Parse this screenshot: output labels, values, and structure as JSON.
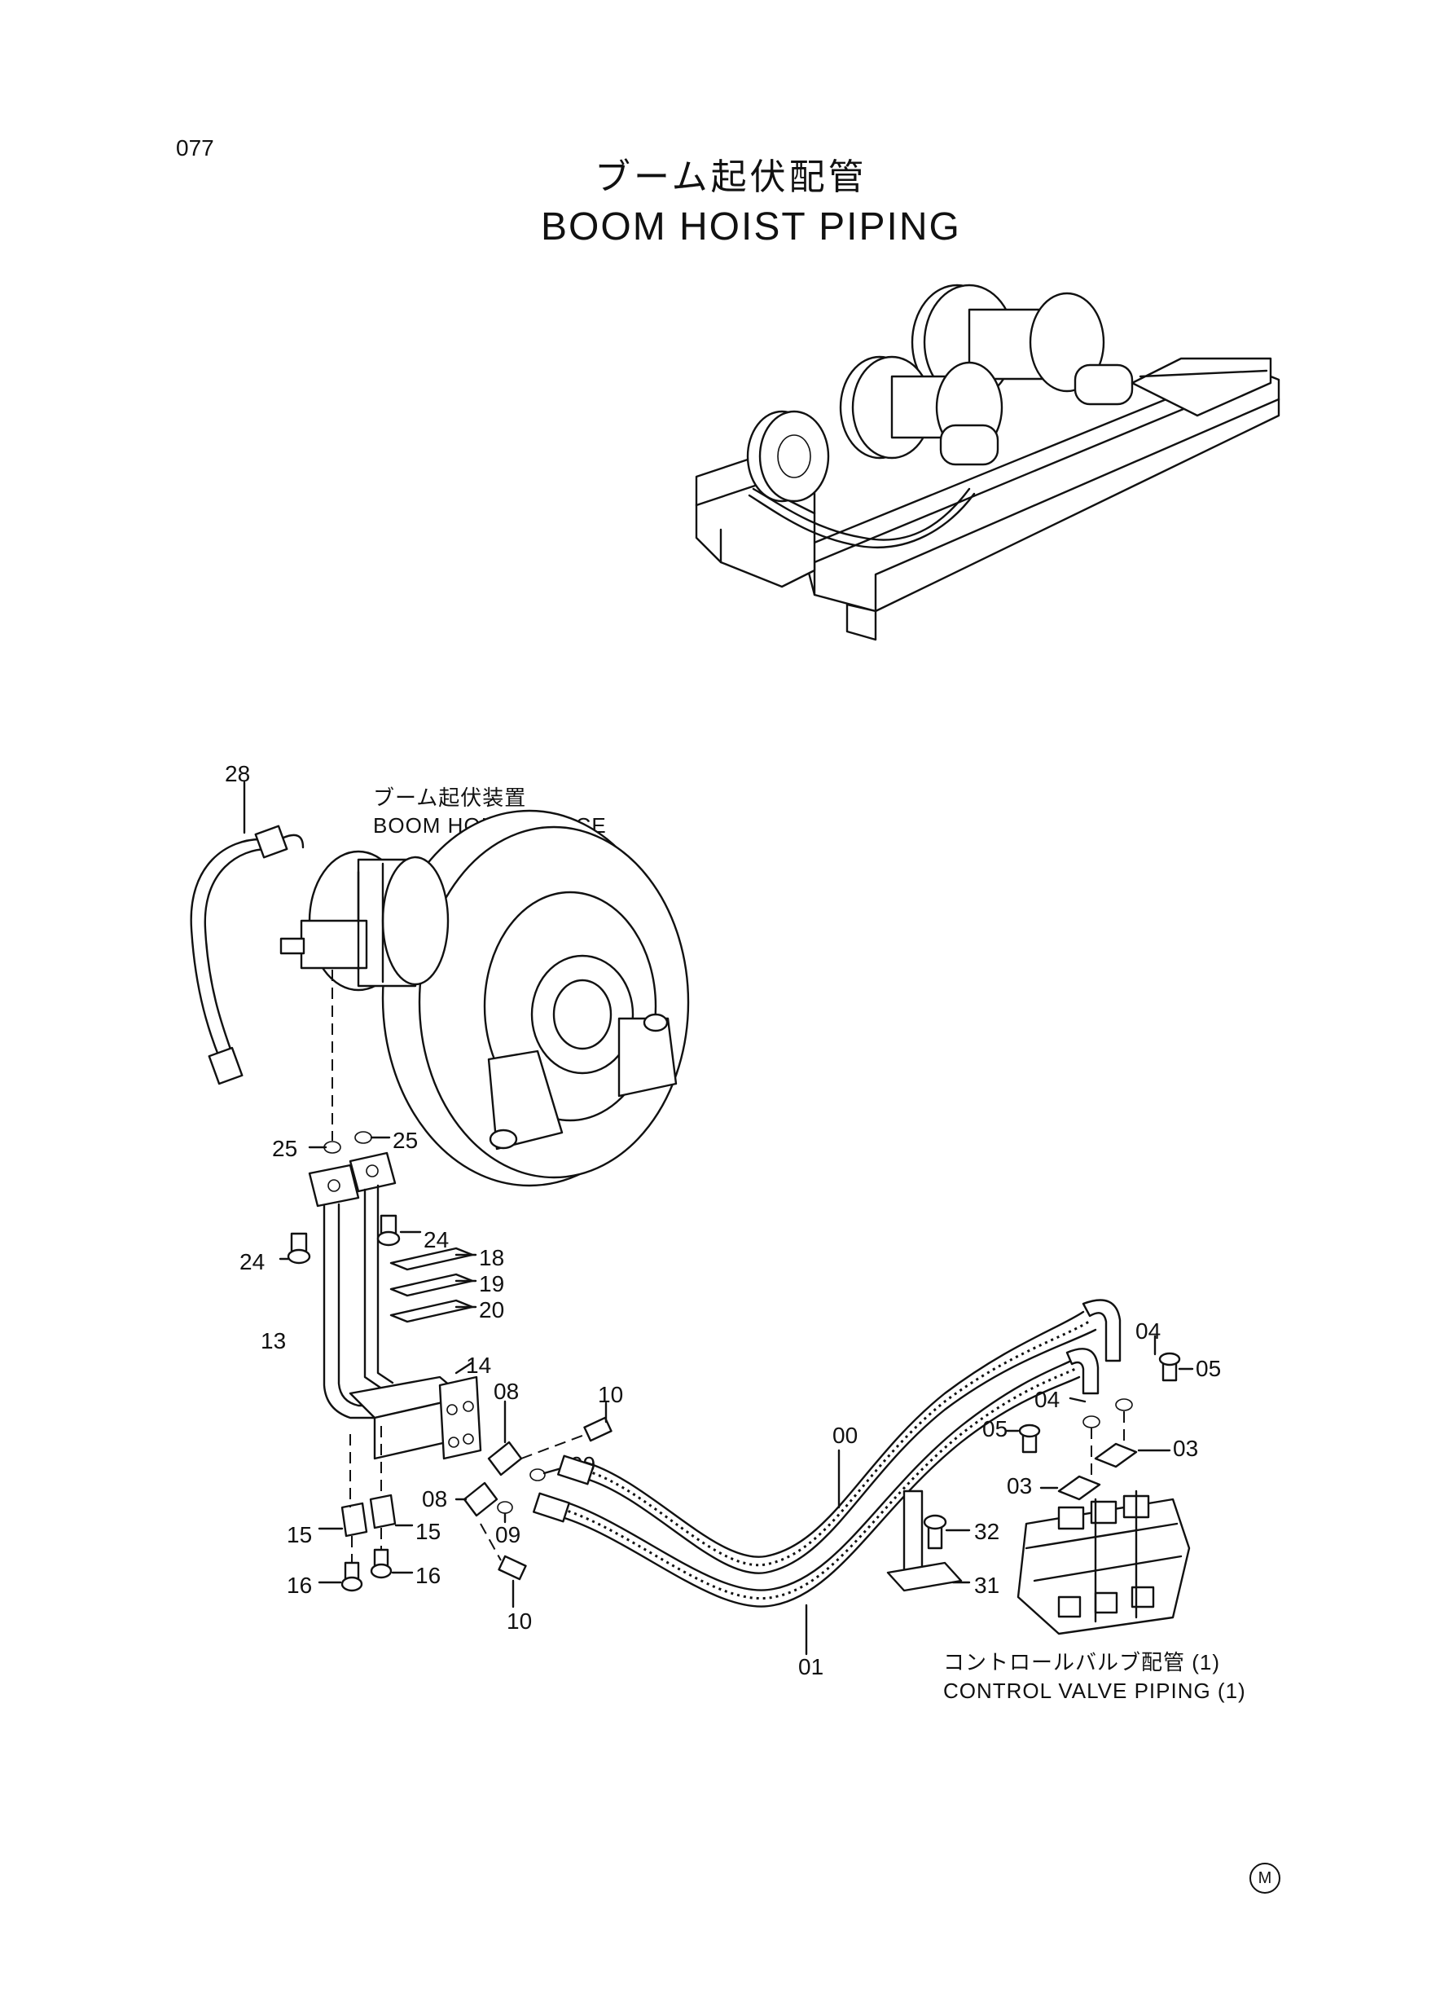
{
  "page_number": "077",
  "title_jp": "ブーム起伏配管",
  "title_en": "BOOM HOIST PIPING",
  "labels": {
    "device_jp": "ブーム起伏装置",
    "device_en": "BOOM HOIST DEVICE",
    "cv_jp": "コントロールバルブ配管 (1)",
    "cv_en": "CONTROL VALVE PIPING (1)"
  },
  "callouts": [
    "28",
    "25",
    "25",
    "24",
    "24",
    "18",
    "19",
    "20",
    "13",
    "14",
    "08",
    "10",
    "09",
    "08",
    "09",
    "10",
    "15",
    "15",
    "16",
    "16",
    "00",
    "01",
    "04",
    "05",
    "04",
    "05",
    "03",
    "03",
    "32",
    "31"
  ],
  "corner_mark": "M"
}
